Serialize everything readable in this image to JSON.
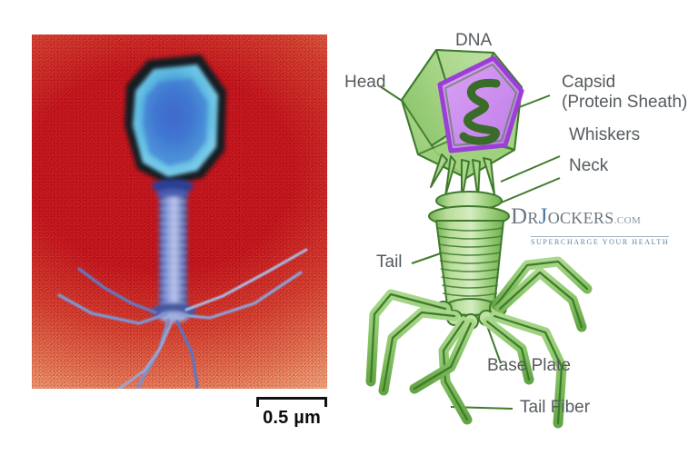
{
  "figure": {
    "kind": "bacteriophage-anatomy-figure",
    "panels": [
      "electron-micrograph",
      "labeled-diagram"
    ]
  },
  "micrograph": {
    "subject": "bacteriophage",
    "scale_bar": {
      "value": "0.5 µm"
    },
    "colors": {
      "background_deep": "#c0141b",
      "background_light": "#f7ddc6",
      "capsid": "#4fb9e0",
      "capsid_core": "#2f5fd0",
      "capsid_rim": "#11232e",
      "tail": "#5766b8",
      "fibers": "#6f8fd8"
    }
  },
  "diagram": {
    "labels": [
      {
        "id": "dna",
        "text": "DNA"
      },
      {
        "id": "head",
        "text": "Head"
      },
      {
        "id": "capsid",
        "line1": "Capsid",
        "line2": "(Protein Sheath)"
      },
      {
        "id": "whiskers",
        "text": "Whiskers"
      },
      {
        "id": "neck",
        "text": "Neck"
      },
      {
        "id": "tail",
        "text": "Tail"
      },
      {
        "id": "base_plate",
        "text": "Base Plate"
      },
      {
        "id": "tail_fiber",
        "text": "Tail Fiber"
      }
    ],
    "colors": {
      "body_light": "#b9dd9b",
      "body_mid": "#8dc76c",
      "body_dark": "#6aab49",
      "outline": "#3f7a2c",
      "capsid_fill": "#cb8ef0",
      "capsid_stroke": "#9b3fd6",
      "dna_strand": "#3a6b28",
      "label_text": "#555a5e",
      "leader_line": "#3f7a2c"
    }
  },
  "logo": {
    "prefix_d": "D",
    "prefix_r": "R",
    "j": "J",
    "name_rest": "OCKERS",
    "domain": ".COM",
    "tagline": "SUPERCHARGE YOUR HEALTH"
  }
}
